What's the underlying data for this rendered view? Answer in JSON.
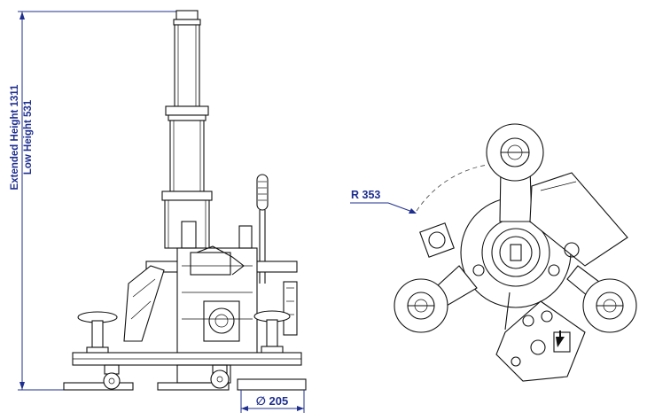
{
  "dimensions": {
    "extended_height": "Extended Height 1311",
    "low_height": "Low Height 531",
    "radius": "R 353",
    "diameter": "∅ 205"
  },
  "colors": {
    "dimension": "#1f2f8f",
    "ink": "#111111"
  }
}
